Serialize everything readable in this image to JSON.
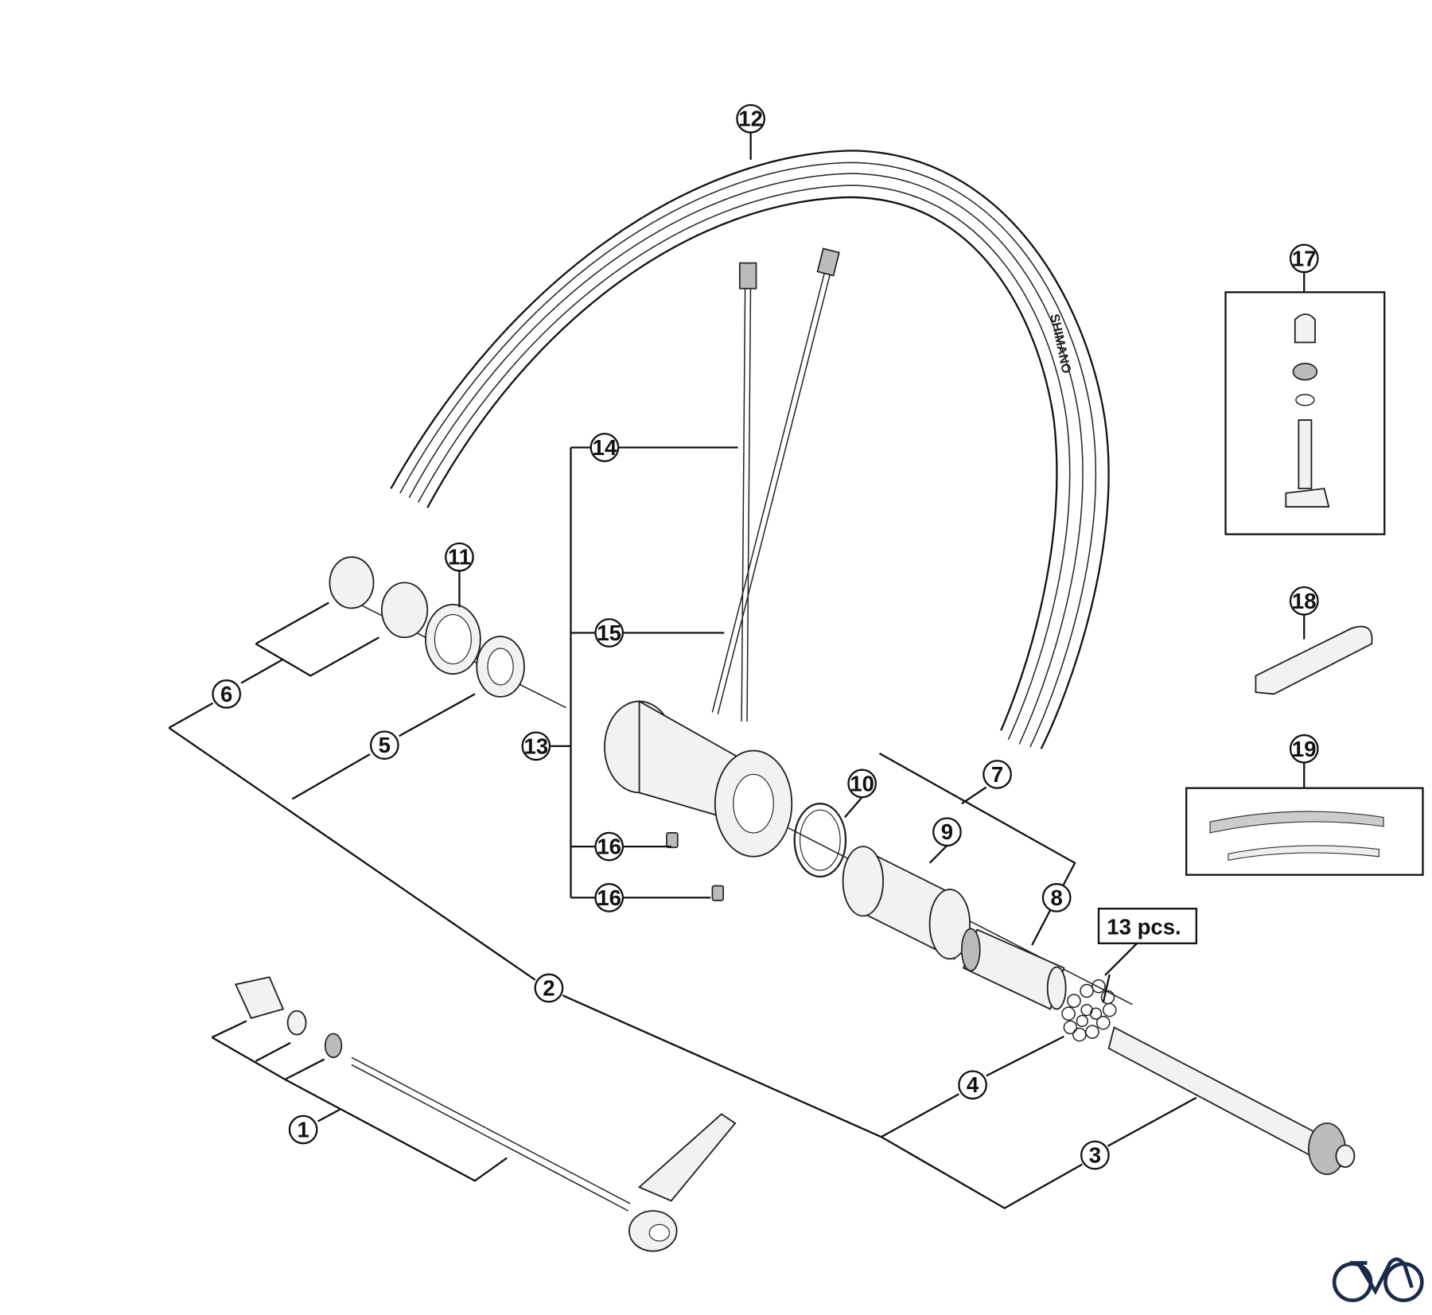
{
  "diagram": {
    "callouts": [
      {
        "id": "12",
        "label": "12"
      },
      {
        "id": "17",
        "label": "17"
      },
      {
        "id": "11",
        "label": "11"
      },
      {
        "id": "14",
        "label": "14"
      },
      {
        "id": "15",
        "label": "15"
      },
      {
        "id": "13",
        "label": "13"
      },
      {
        "id": "16a",
        "label": "16"
      },
      {
        "id": "16b",
        "label": "16"
      },
      {
        "id": "6",
        "label": "6"
      },
      {
        "id": "5",
        "label": "5"
      },
      {
        "id": "10",
        "label": "10"
      },
      {
        "id": "7",
        "label": "7"
      },
      {
        "id": "9",
        "label": "9"
      },
      {
        "id": "8",
        "label": "8"
      },
      {
        "id": "18",
        "label": "18"
      },
      {
        "id": "19",
        "label": "19"
      },
      {
        "id": "2",
        "label": "2"
      },
      {
        "id": "4",
        "label": "4"
      },
      {
        "id": "3",
        "label": "3"
      },
      {
        "id": "1",
        "label": "1"
      }
    ],
    "ball_note": "13 pcs.",
    "rim_brand": "SHIMANO",
    "logo_color": "#1a2a4a"
  }
}
